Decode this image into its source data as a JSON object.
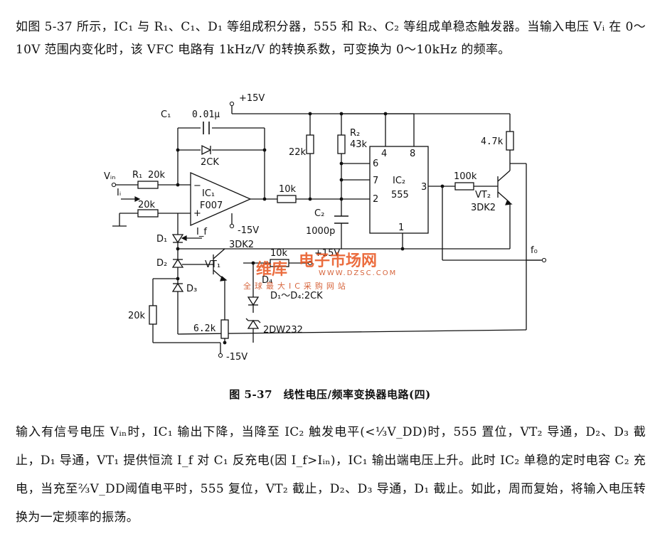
{
  "intro_text": "如图 5-37 所示，IC₁ 与 R₁、C₁、D₁ 等组成积分器，555 和 R₂、C₂ 等组成单稳态触发器。当输入电压 Vᵢ 在 0～10V 范围内变化时，该 VFC 电路有 1kHz/V 的转换系数，可变换为 0～10kHz 的频率。",
  "caption": "图 5-37　线性电压/频率变换器电路(四)",
  "explain_text": "输入有信号电压 Vᵢₙ时，IC₁ 输出下降，当降至 IC₂ 触发电平(<⅓V_DD)时，555 置位，VT₂ 导通，D₂、D₃ 截止，D₁ 导通，VT₁ 提供恒流 I_f 对 C₁ 反充电(因 I_f>Iᵢₙ)，IC₁ 输出端电压上升。此时 IC₂ 单稳的定时电容 C₂ 充电，当充至⅔V_DD阈值电平时，555 复位，VT₂ 截止，D₂、D₃ 导通，D₁ 截止。如此，周而复始，将输入电压转换为一定频率的振荡。",
  "circuit": {
    "vpos_top": "+15V",
    "vneg_ic1": "-15V",
    "vpos_mid": "+15V",
    "vneg_bottom": "-15V",
    "c1": "C₁",
    "c1_value": "0.01μ",
    "diode_fb": "2CK",
    "r1": "R₁",
    "r1_value": "20k",
    "vin": "Vᵢₙ",
    "iin": "Iᵢ",
    "r_plus": "20k",
    "ic1": "IC₁",
    "ic1_part": "F007",
    "r_out": "10k",
    "r_22k": "22k",
    "r2": "R₂",
    "r2_value": "43k",
    "ic2": "IC₂",
    "ic2_part": "555",
    "pin4": "4",
    "pin8": "8",
    "pin6": "6",
    "pin7": "7",
    "pin2": "2",
    "pin3": "3",
    "pin1": "1",
    "c2": "C₂",
    "c2_value": "1000p",
    "r_100k": "100k",
    "r_47k": "4.7k",
    "vt2": "VT₂",
    "vt2_part": "3DK2",
    "fo": "f₀",
    "d1": "D₁",
    "d2": "D₂",
    "d3": "D₃",
    "d4": "D₄",
    "if": "I_f",
    "vt1_part": "3DK2",
    "vt1": "VT₁",
    "r_10k_vt1": "10k",
    "diode_note": "D₁～D₄:2CK",
    "r_20k_left": "20k",
    "r_62k": "6.2k",
    "zener": "2DW232"
  },
  "watermark": {
    "brand": "维库",
    "brand_suffix": "电子市场网",
    "url": "WWW.DZSC.COM",
    "slogan": "全球最大IC采购网站"
  }
}
